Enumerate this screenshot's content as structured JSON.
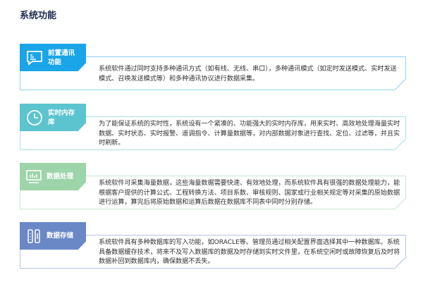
{
  "page_title": "系统功能",
  "cards": [
    {
      "label": "前置通讯功能",
      "icon": "chat-icon",
      "color": "#1aa5e8",
      "border": "#8fd0f2",
      "text": "系统软件通过同时支持多种通讯方式（如有线、无线、串口），多种通讯模式（如定时发送模式、实时发送模式、召唤发送模式等）和多种通讯协议进行数据采集。"
    },
    {
      "label": "实时内存库",
      "icon": "clock-icon",
      "color": "#5cc4cf",
      "border": "#a8e0e6",
      "text": "为了能保证系统的实时性，系统设有一个紧凑的、功能强大的实时内存库，用来实时、高效地处理海量实时数据、实时状态、实时报警、遥调指令、计算量数据等，对内部数据对象进行查找、定位、过滤等，并且实时刷新。"
    },
    {
      "label": "数据处理",
      "icon": "monitor-chart-icon",
      "color": "#9dd4a9",
      "border": "#c5e6cc",
      "text": "系统软件可采集海量数据，这些海量数据需要快速、有效地处理，而系统软件具有很强的数据处理能力，能根据客户提供的计算公式、工程转换方法、项目系数、审核规则、国家或行业相关规定等对采集的原始数据进行运算，算完后将原始数据和运算后数据在数据库不同表中同时分别存储。"
    },
    {
      "label": "数据存储",
      "icon": "storage-icon",
      "color": "#6a87c6",
      "border": "#b4c3e4",
      "text": "系统软件具有多种数据库的写入功能，如ORACLE等。管理员通过相关配置界面选择其中一种数据库。系统具备数据缓存技术，将来不及写入数据库的数据及时存储到实时文件里，在系统空闲时或故障恢复后及时将数据补回到数据库内，确保数据不丢失。"
    }
  ]
}
